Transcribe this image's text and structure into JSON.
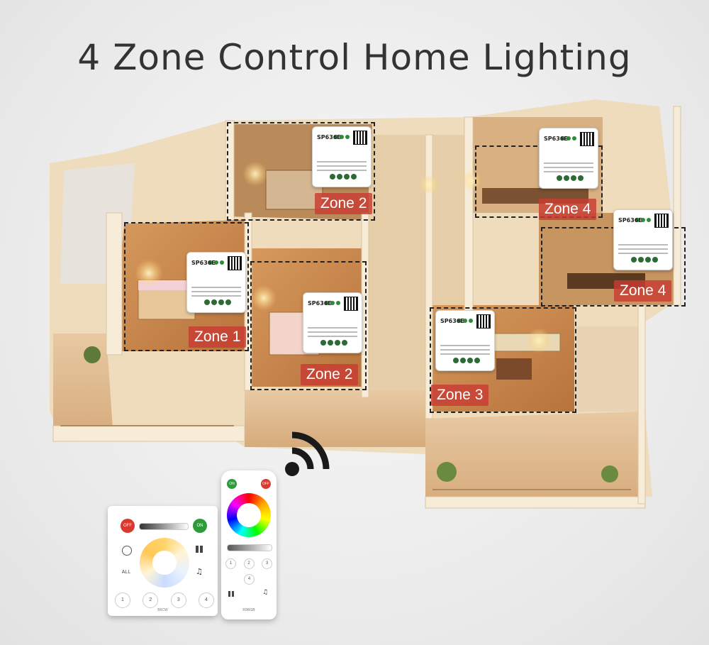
{
  "title": "4 Zone Control Home Lighting",
  "zones": [
    {
      "id": "zone-1",
      "label": "Zone 1"
    },
    {
      "id": "zone-2-top",
      "label": "Zone 2"
    },
    {
      "id": "zone-2-bottom",
      "label": "Zone 2"
    },
    {
      "id": "zone-3",
      "label": "Zone 3"
    },
    {
      "id": "zone-4-top",
      "label": "Zone 4"
    },
    {
      "id": "zone-4-right",
      "label": "Zone 4"
    }
  ],
  "controller": {
    "model": "SP636E"
  },
  "panel_remote": {
    "off_label": "OFF",
    "on_label": "ON",
    "all_label": "ALL",
    "zone_keys": [
      "1",
      "2",
      "3",
      "4"
    ],
    "model": "B6CW"
  },
  "handheld_remote": {
    "on_label": "ON",
    "off_label": "OFF",
    "zone_keys": [
      "1",
      "2",
      "3",
      "4"
    ],
    "model": "R9RGB"
  },
  "colors": {
    "zone_label_bg": "#c83c32",
    "on_green": "#2e9b3a",
    "off_red": "#d83a2f",
    "floor_wall": "#f1e3c8",
    "floor_room": "#c98a52"
  },
  "icons": [
    "wireless-signal-icon"
  ]
}
